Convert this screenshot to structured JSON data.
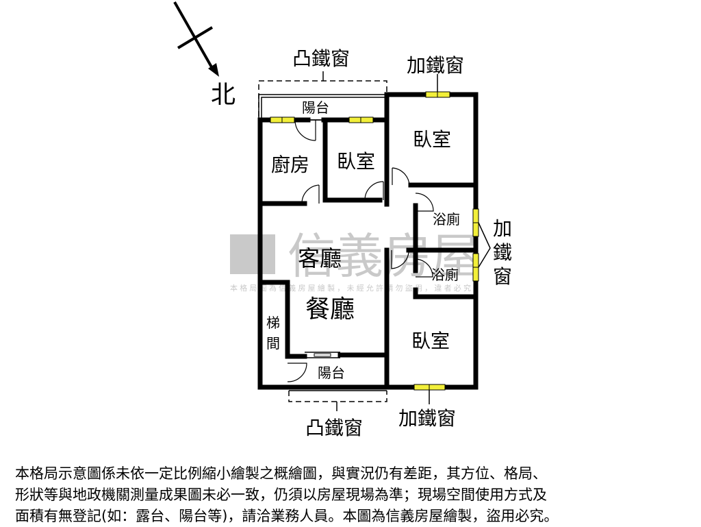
{
  "compass": {
    "label": "北"
  },
  "labels": {
    "bay_window_top": "凸鐵窗",
    "bay_window_bottom": "凸鐵窗",
    "iron_window_top": "加鐵窗",
    "iron_window_bottom": "加鐵窗",
    "iron_window_right": [
      "加",
      "鐵",
      "窗"
    ],
    "balcony_top": "陽台",
    "balcony_bottom": "陽台",
    "kitchen": "廚房",
    "bedroom_small": "臥室",
    "bedroom_top_right": "臥室",
    "bedroom_bottom_right": "臥室",
    "bathroom_1": "浴廁",
    "bathroom_2": "浴廁",
    "living_room": "客廳",
    "dining_room": "餐廳",
    "stairwell": [
      "梯",
      "間"
    ]
  },
  "watermark": {
    "brand": "信義房屋",
    "notice": "本格局圖為信義房屋繪製，未經允許請勿盜用，違者必究"
  },
  "window_color": "#f2ef3a",
  "disclaimer": [
    "本格局示意圖係未依一定比例縮小繪製之概繪圖，與實況仍有差距，其方位、格局、",
    "形狀等與地政機關測量成果圖未必一致，仍須以房屋現場為準；現場空間使用方式及",
    "面積有無登記(如：露台、陽台等)，請洽業務人員。本圖為信義房屋繪製，盜用必究。"
  ]
}
